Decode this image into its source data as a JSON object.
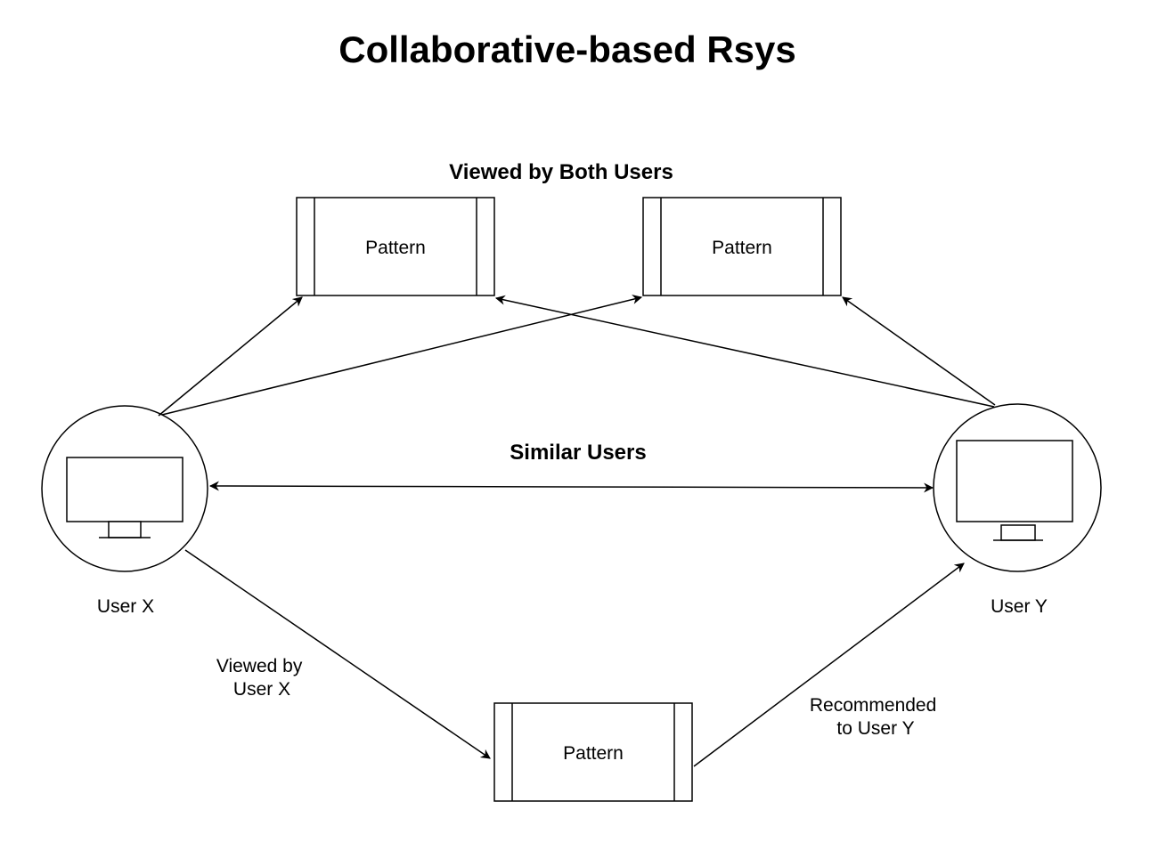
{
  "title": "Collaborative-based Rsys",
  "headings": {
    "viewed_by_both": "Viewed by Both Users",
    "similar_users": "Similar Users"
  },
  "patterns": [
    {
      "label": "Pattern"
    },
    {
      "label": "Pattern"
    },
    {
      "label": "Pattern"
    }
  ],
  "users": {
    "x": {
      "label": "User X"
    },
    "y": {
      "label": "User Y"
    }
  },
  "edge_labels": {
    "viewed_by_user_x": [
      "Viewed by",
      "User X"
    ],
    "recommended_to_user_y": [
      "Recommended",
      "to User Y"
    ]
  },
  "icons": {
    "user_node": "monitor-icon"
  },
  "colors": {
    "stroke": "#000000",
    "background": "#ffffff"
  }
}
